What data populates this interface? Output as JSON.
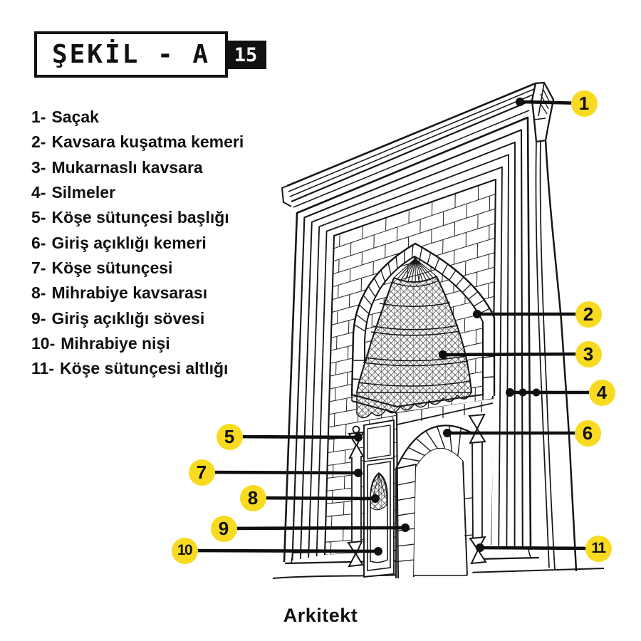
{
  "title": {
    "label": "ŞEKİL - A",
    "badge": "15"
  },
  "legend": {
    "items": [
      {
        "num": "1-",
        "label": "Saçak"
      },
      {
        "num": "2-",
        "label": "Kavsara kuşatma kemeri"
      },
      {
        "num": "3-",
        "label": "Mukarnaslı kavsara"
      },
      {
        "num": "4-",
        "label": "Silmeler"
      },
      {
        "num": "5-",
        "label": "Köşe sütunçesi başlığı"
      },
      {
        "num": "6-",
        "label": "Giriş açıklığı kemeri"
      },
      {
        "num": "7-",
        "label": "Köşe sütunçesi"
      },
      {
        "num": "8-",
        "label": "Mihrabiye kavsarası"
      },
      {
        "num": "9-",
        "label": "Giriş açıklığı sövesi"
      },
      {
        "num": "10-",
        "label": "Mihrabiye nişi"
      },
      {
        "num": "11-",
        "label": "Köşe sütunçesi altlığı"
      }
    ]
  },
  "callouts": [
    {
      "n": "1"
    },
    {
      "n": "2"
    },
    {
      "n": "3"
    },
    {
      "n": "4"
    },
    {
      "n": "5"
    },
    {
      "n": "6"
    },
    {
      "n": "7"
    },
    {
      "n": "8"
    },
    {
      "n": "9"
    },
    {
      "n": "10"
    },
    {
      "n": "11"
    }
  ],
  "brand": {
    "name": "Arkitekt"
  },
  "colors": {
    "accent_yellow": "#F8DB21",
    "ink": "#111111",
    "paper": "#FFFFFF"
  }
}
